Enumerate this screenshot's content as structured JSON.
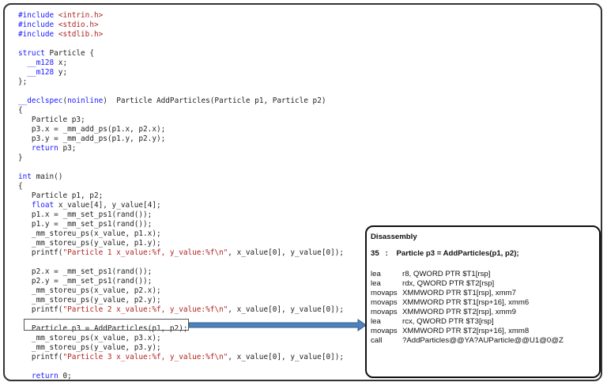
{
  "code_lines": [
    [
      [
        "#include ",
        "kw"
      ],
      [
        "<intrin.h>",
        "str"
      ]
    ],
    [
      [
        "#include ",
        "kw"
      ],
      [
        "<stdio.h>",
        "str"
      ]
    ],
    [
      [
        "#include ",
        "kw"
      ],
      [
        "<stdlib.h>",
        "str"
      ]
    ],
    [],
    [
      [
        "struct",
        "kw"
      ],
      [
        " Particle {",
        ""
      ]
    ],
    [
      [
        "  __m128",
        "kw"
      ],
      [
        " x;",
        ""
      ]
    ],
    [
      [
        "  __m128",
        "kw"
      ],
      [
        " y;",
        ""
      ]
    ],
    [
      [
        "};",
        ""
      ]
    ],
    [],
    [
      [
        "__declspec",
        "kw"
      ],
      [
        "(",
        ""
      ],
      [
        "noinline",
        "kw"
      ],
      [
        ")  Particle AddParticles(Particle p1, Particle p2)",
        ""
      ]
    ],
    [
      [
        "{",
        ""
      ]
    ],
    [
      [
        "   Particle p3;",
        ""
      ]
    ],
    [
      [
        "   p3.x = _mm_add_ps(p1.x, p2.x);",
        ""
      ]
    ],
    [
      [
        "   p3.y = _mm_add_ps(p1.y, p2.y);",
        ""
      ]
    ],
    [
      [
        "   ",
        ""
      ],
      [
        "return",
        "kw"
      ],
      [
        " p3;",
        ""
      ]
    ],
    [
      [
        "}",
        ""
      ]
    ],
    [],
    [
      [
        "int",
        "kw"
      ],
      [
        " main()",
        ""
      ]
    ],
    [
      [
        "{",
        ""
      ]
    ],
    [
      [
        "   Particle p1, p2;",
        ""
      ]
    ],
    [
      [
        "   ",
        ""
      ],
      [
        "float",
        "kw"
      ],
      [
        " x_value[4], y_value[4];",
        ""
      ]
    ],
    [
      [
        "   p1.x = _mm_set_ps1(rand());",
        ""
      ]
    ],
    [
      [
        "   p1.y = _mm_set_ps1(rand());",
        ""
      ]
    ],
    [
      [
        "   _mm_storeu_ps(x_value, p1.x);",
        ""
      ]
    ],
    [
      [
        "   _mm_storeu_ps(y_value, p1.y);",
        ""
      ]
    ],
    [
      [
        "   printf(",
        ""
      ],
      [
        "\"Particle 1 x_value:%f, y_value:%f\\n\"",
        "str"
      ],
      [
        ", x_value[0], y_value[0]);",
        ""
      ]
    ],
    [],
    [
      [
        "   p2.x = _mm_set_ps1(rand());",
        ""
      ]
    ],
    [
      [
        "   p2.y = _mm_set_ps1(rand());",
        ""
      ]
    ],
    [
      [
        "   _mm_storeu_ps(x_value, p2.x);",
        ""
      ]
    ],
    [
      [
        "   _mm_storeu_ps(y_value, p2.y);",
        ""
      ]
    ],
    [
      [
        "   printf(",
        ""
      ],
      [
        "\"Particle 2 x_value:%f, y_value:%f\\n\"",
        "str"
      ],
      [
        ", x_value[0], y_value[0]);",
        ""
      ]
    ],
    [],
    [
      [
        "   Particle p3 = AddParticles(p1, p2);",
        ""
      ]
    ],
    [
      [
        "   _mm_storeu_ps(x_value, p3.x);",
        ""
      ]
    ],
    [
      [
        "   _mm_storeu_ps(y_value, p3.y);",
        ""
      ]
    ],
    [
      [
        "   printf(",
        ""
      ],
      [
        "\"Particle 3 x_value:%f, y_value:%f\\n\"",
        "str"
      ],
      [
        ", x_value[0], y_value[0]);",
        ""
      ]
    ],
    [],
    [
      [
        "   ",
        ""
      ],
      [
        "return",
        "kw"
      ],
      [
        " 0;",
        ""
      ]
    ]
  ],
  "disassembly": {
    "title": "Disassembly",
    "source_line": "35   :    Particle p3 = AddParticles(p1, p2);",
    "instructions": [
      {
        "op": "lea",
        "args": "r8, QWORD PTR $T1[rsp]"
      },
      {
        "op": "lea",
        "args": "rdx, QWORD PTR $T2[rsp]"
      },
      {
        "op": "movaps",
        "args": "XMMWORD PTR $T1[rsp], xmm7"
      },
      {
        "op": "movaps",
        "args": "XMMWORD PTR $T1[rsp+16], xmm6"
      },
      {
        "op": "movaps",
        "args": "XMMWORD PTR $T2[rsp], xmm9"
      },
      {
        "op": "lea",
        "args": "rcx, QWORD PTR $T3[rsp]"
      },
      {
        "op": "movaps",
        "args": "XMMWORD PTR $T2[rsp+16], xmm8"
      },
      {
        "op": "call",
        "args": "?AddParticles@@YA?AUParticle@@U1@0@Z"
      }
    ]
  },
  "colors": {
    "keyword": "#1a1aff",
    "string": "#b22222",
    "arrow": "#4f81bd"
  }
}
